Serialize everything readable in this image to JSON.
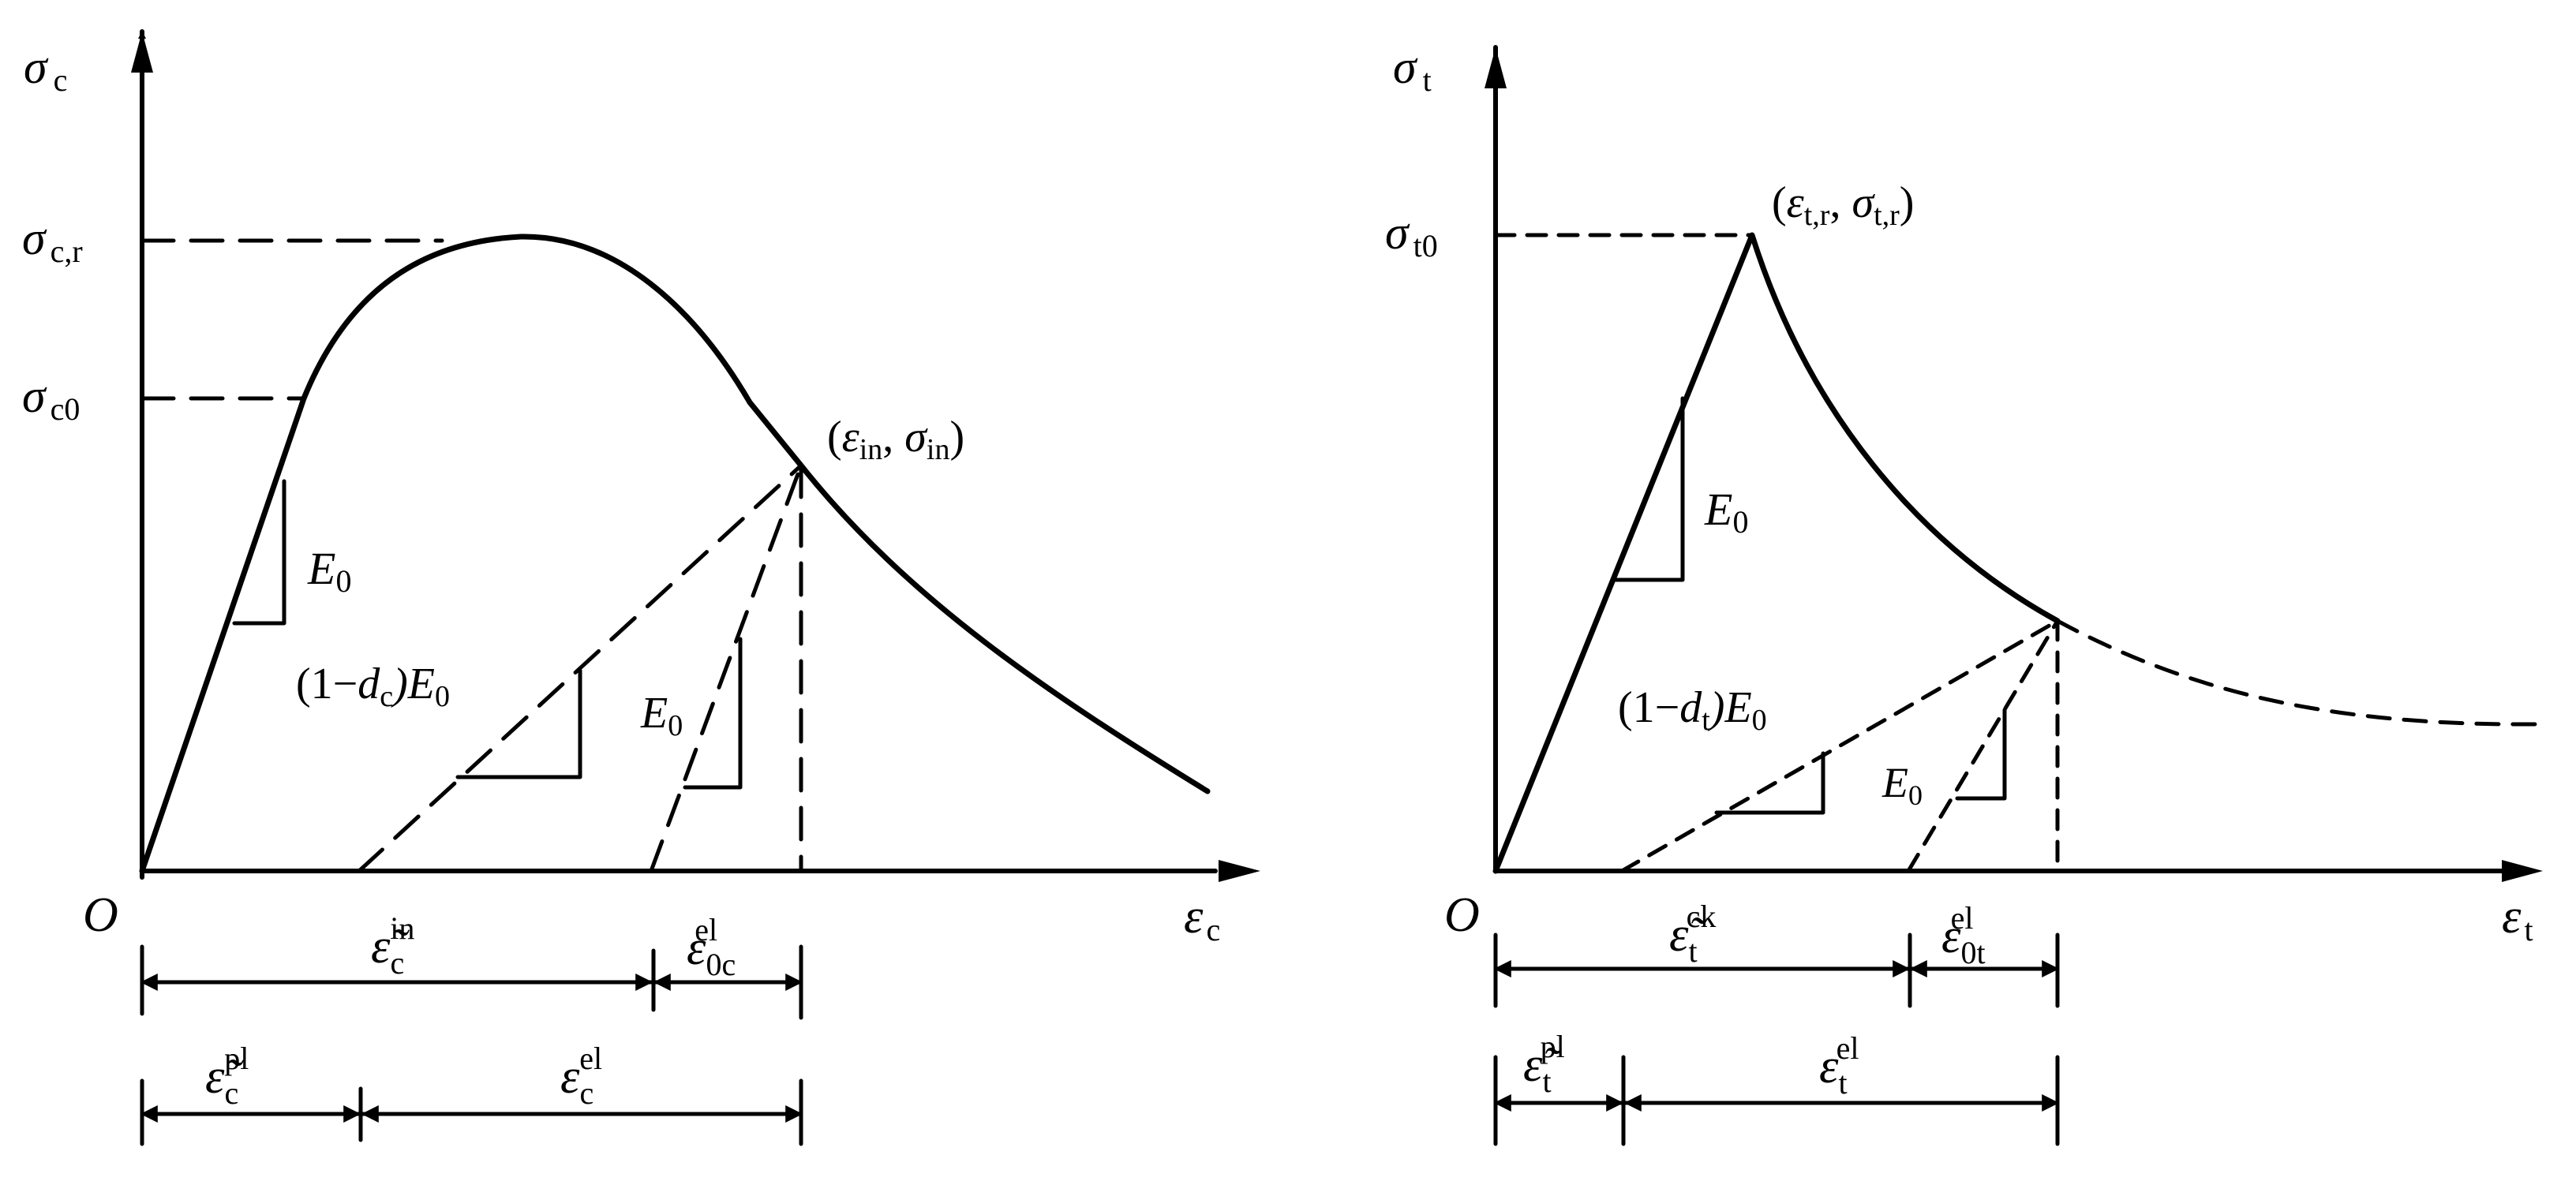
{
  "compression": {
    "y_axis_label": "σ",
    "y_axis_sub": "c",
    "x_axis_label": "ε",
    "x_axis_sub": "c",
    "origin": "O",
    "peak_label": "σ",
    "peak_sub": "c,r",
    "yield_label": "σ",
    "yield_sub": "c0",
    "point_eps": "ε",
    "point_eps_sub": "in",
    "point_sig": "σ",
    "point_sig_sub": "in",
    "e0_label": "E",
    "e0_sub": "0",
    "damaged_pre": "(1−",
    "damaged_d": "d",
    "damaged_d_sub": "c",
    "damaged_post": ")E",
    "damaged_post_sub": "0",
    "unload_label": "E",
    "unload_sub": "0",
    "dim_in": "ε̃",
    "dim_in_sub": "c",
    "dim_in_sup": "in",
    "dim_0el": "ε",
    "dim_0el_sub": "0c",
    "dim_0el_sup": "el",
    "dim_pl": "ε̃",
    "dim_pl_sub": "c",
    "dim_pl_sup": "pl",
    "dim_el": "ε",
    "dim_el_sub": "c",
    "dim_el_sup": "el"
  },
  "tension": {
    "y_axis_label": "σ",
    "y_axis_sub": "t",
    "x_axis_label": "ε",
    "x_axis_sub": "t",
    "origin": "O",
    "peak_label": "σ",
    "peak_sub": "t0",
    "point_eps": "ε",
    "point_eps_sub": "t,r",
    "point_sig": "σ",
    "point_sig_sub": "t,r",
    "e0_label": "E",
    "e0_sub": "0",
    "damaged_pre": "(1−",
    "damaged_d": "d",
    "damaged_d_sub": "t",
    "damaged_post": ")E",
    "damaged_post_sub": "0",
    "unload_label": "E",
    "unload_sub": "0",
    "dim_ck": "ε̃",
    "dim_ck_sub": "t",
    "dim_ck_sup": "ck",
    "dim_0el": "ε",
    "dim_0el_sub": "0t",
    "dim_0el_sup": "el",
    "dim_pl": "ε̃",
    "dim_pl_sub": "t",
    "dim_pl_sup": "pl",
    "dim_el": "ε",
    "dim_el_sub": "t",
    "dim_el_sup": "el"
  }
}
